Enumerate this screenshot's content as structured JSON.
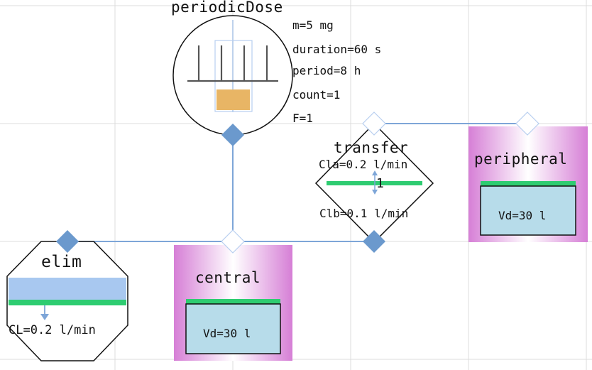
{
  "periodicDose": {
    "title": "periodicDose",
    "params": [
      "m=5 mg",
      "duration=60 s",
      "period=8 h",
      "count=1",
      "F=1"
    ]
  },
  "transfer": {
    "title": "transfer",
    "cla": "Cla=0.2 l/min",
    "clb": "Clb=0.1 l/min",
    "stoich": "1"
  },
  "peripheral": {
    "title": "peripheral",
    "volume": "Vd=30 l"
  },
  "central": {
    "title": "central",
    "volume": "Vd=30 l"
  },
  "elim": {
    "title": "elim",
    "clearance": "CL=0.2 l/min"
  },
  "colors": {
    "grid": "#dcdcdc",
    "edge": "#7ea6d8",
    "port_filled": "#6b99cd",
    "compartment_gradient": "#d67fd6",
    "level_bar": "#2ecc71",
    "volume_fill": "#b7dcea",
    "dose_fill": "#e8b565",
    "elim_fill": "#a8c8f0"
  }
}
